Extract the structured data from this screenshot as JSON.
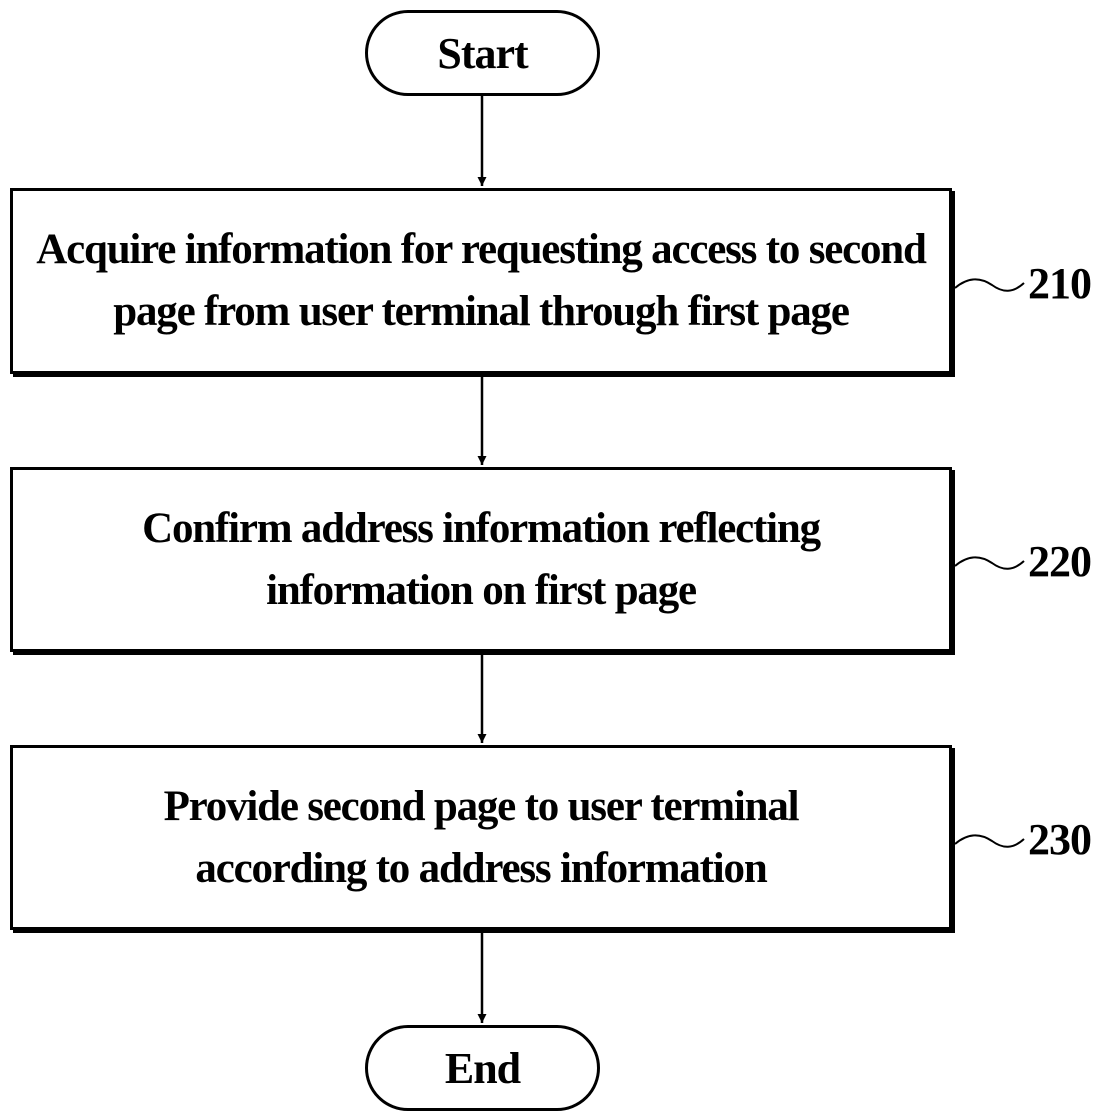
{
  "diagram": {
    "start": {
      "label": "Start"
    },
    "end": {
      "label": "End"
    },
    "steps": [
      {
        "text": "Acquire information for requesting access to second page from user terminal through first page",
        "ref": "210"
      },
      {
        "text": "Confirm address information reflecting information on first page",
        "ref": "220"
      },
      {
        "text": "Provide second page to user terminal according to address information",
        "ref": "230"
      }
    ]
  }
}
